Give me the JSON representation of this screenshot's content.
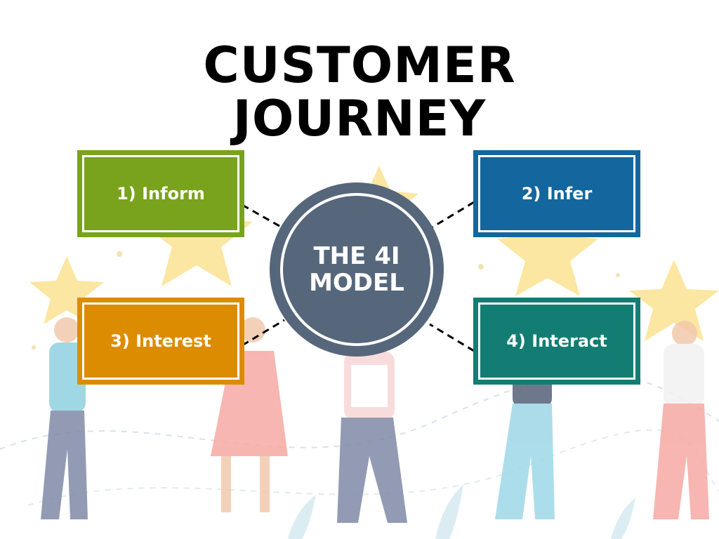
{
  "title": {
    "line1": "CUSTOMER",
    "line2": "JOURNEY"
  },
  "center": {
    "line1": "THE 4I",
    "line2": "MODEL",
    "color": "#56677c"
  },
  "boxes": [
    {
      "label": "1) Inform",
      "color": "#79a31c"
    },
    {
      "label": "2) Infer",
      "color": "#13669e"
    },
    {
      "label": "3) Interest",
      "color": "#dc8c00"
    },
    {
      "label": "4) Interact",
      "color": "#137d73"
    }
  ]
}
